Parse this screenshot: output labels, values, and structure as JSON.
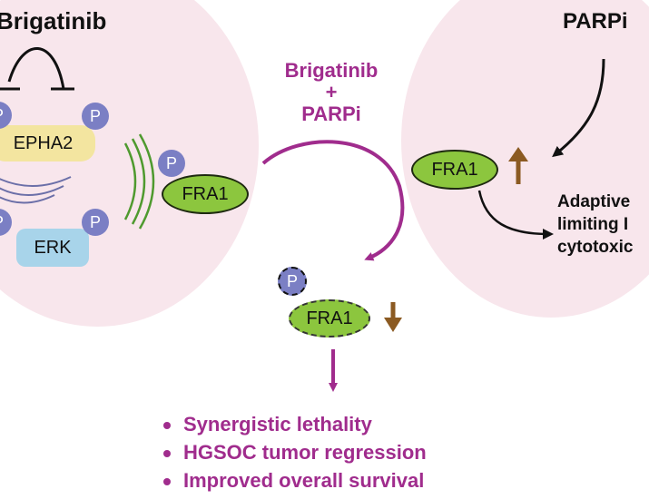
{
  "left_panel": {
    "drug_label": "Brigatinib",
    "targets": [
      "EPHA2",
      "ERK"
    ],
    "phospho_label": "P",
    "fra1_label": "FRA1"
  },
  "center": {
    "combo_line1": "Brigatinib",
    "combo_plus": "+",
    "combo_line2": "PARPi",
    "fra1_label": "FRA1",
    "phospho_label": "P",
    "outcomes": [
      "Synergistic lethality",
      "HGSOC tumor regression",
      "Improved overall survival"
    ]
  },
  "right_panel": {
    "drug_label": "PARPi",
    "fra1_label": "FRA1",
    "effect_lines": [
      "Adaptive",
      "limiting I",
      "cytotoxic"
    ]
  },
  "colors": {
    "background_circle": "#f8e6ec",
    "combo_magenta": "#a02c8d",
    "fra1_green": "#8cc63e",
    "phospho_purple": "#7b7fc4",
    "epha2_yellow": "#f3e5a0",
    "erk_blue": "#a8d4ea",
    "up_arrow_brown": "#8b5a22",
    "down_arrow_brown": "#8b5a22"
  }
}
